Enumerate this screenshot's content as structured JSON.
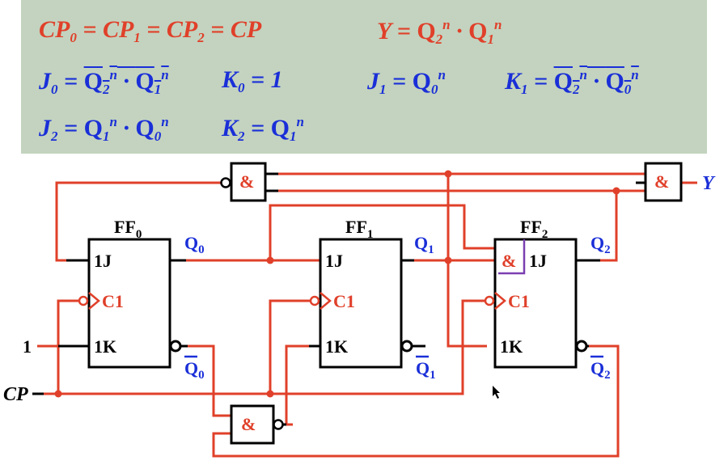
{
  "equations": {
    "cp": "CP₀ = CP₁ = CP₂ = CP",
    "y": "Y = Q₂ⁿ · Q₁ⁿ",
    "j0": "J₀ = ‾(Q₂ⁿ · Q₁ⁿ)",
    "k0": "K₀ = 1",
    "j1": "J₁ = Q₀ⁿ",
    "k1": "K₁ = ‾(‾Q₂ⁿ · ‾Q₀ⁿ)",
    "j2": "J₂ = Q₁ⁿ · Q₀ⁿ",
    "k2": "K₂ = Q₁ⁿ"
  },
  "circuit": {
    "flipflops": [
      {
        "name": "FF",
        "index": "0",
        "j": "1J",
        "c": "C1",
        "k": "1K",
        "q": "Q",
        "qbar": "Q"
      },
      {
        "name": "FF",
        "index": "1",
        "j": "1J",
        "c": "C1",
        "k": "1K",
        "q": "Q",
        "qbar": "Q"
      },
      {
        "name": "FF",
        "index": "2",
        "j": "1J",
        "c": "C1",
        "k": "1K",
        "q": "Q",
        "qbar": "Q"
      }
    ],
    "gate_symbol": "&",
    "input_one": "1",
    "input_cp": "CP",
    "output_y": "Y"
  },
  "colors": {
    "panel": "#c3d3bf",
    "equation_red": "#e0402a",
    "equation_blue": "#1a2fd8",
    "wire": "#e0402a",
    "component": "#000000",
    "label_blue": "#1a2fd8",
    "and_purple": "#7a3fb0"
  }
}
